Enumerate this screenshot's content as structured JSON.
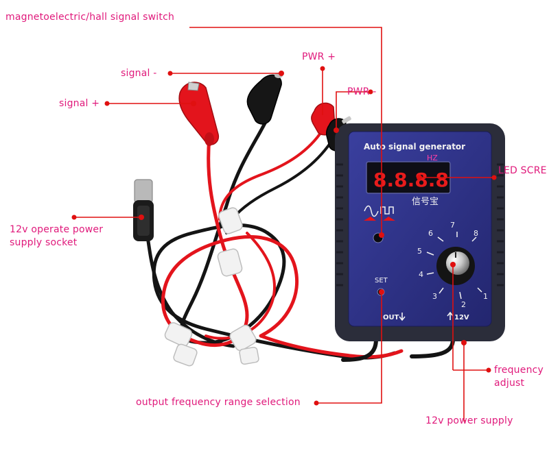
{
  "colors": {
    "label": "#e0197b",
    "leader": "#e01010",
    "device_body": "#2a2e85",
    "device_frame": "#2b2d3a",
    "red_wire": "#e3141c",
    "black_wire": "#141414",
    "display_digits": "#e81c1c"
  },
  "labels": {
    "signal_switch": "magnetoelectric/hall signal switch",
    "signal_minus": "signal -",
    "signal_plus": "signal +",
    "pwr_plus": "PWR +",
    "pwr_minus": "PWR -",
    "led_screen": "LED SCRE",
    "supply_socket_line1": "12v operate power",
    "supply_socket_line2": "supply socket",
    "frequency_adjust_line1": "frequency",
    "frequency_adjust_line2": "adjust",
    "range_selection": "output frequency range selection",
    "power_supply": "12v power supply"
  },
  "device": {
    "title": "Auto signal generator",
    "unit": "HZ",
    "display_value": "8.8.8.8",
    "brand": "信号宝",
    "set_label": "SET",
    "out_label": "OUT",
    "power_label": "12V",
    "dial_numbers": [
      "1",
      "2",
      "3",
      "4",
      "5",
      "6",
      "7",
      "8"
    ]
  }
}
